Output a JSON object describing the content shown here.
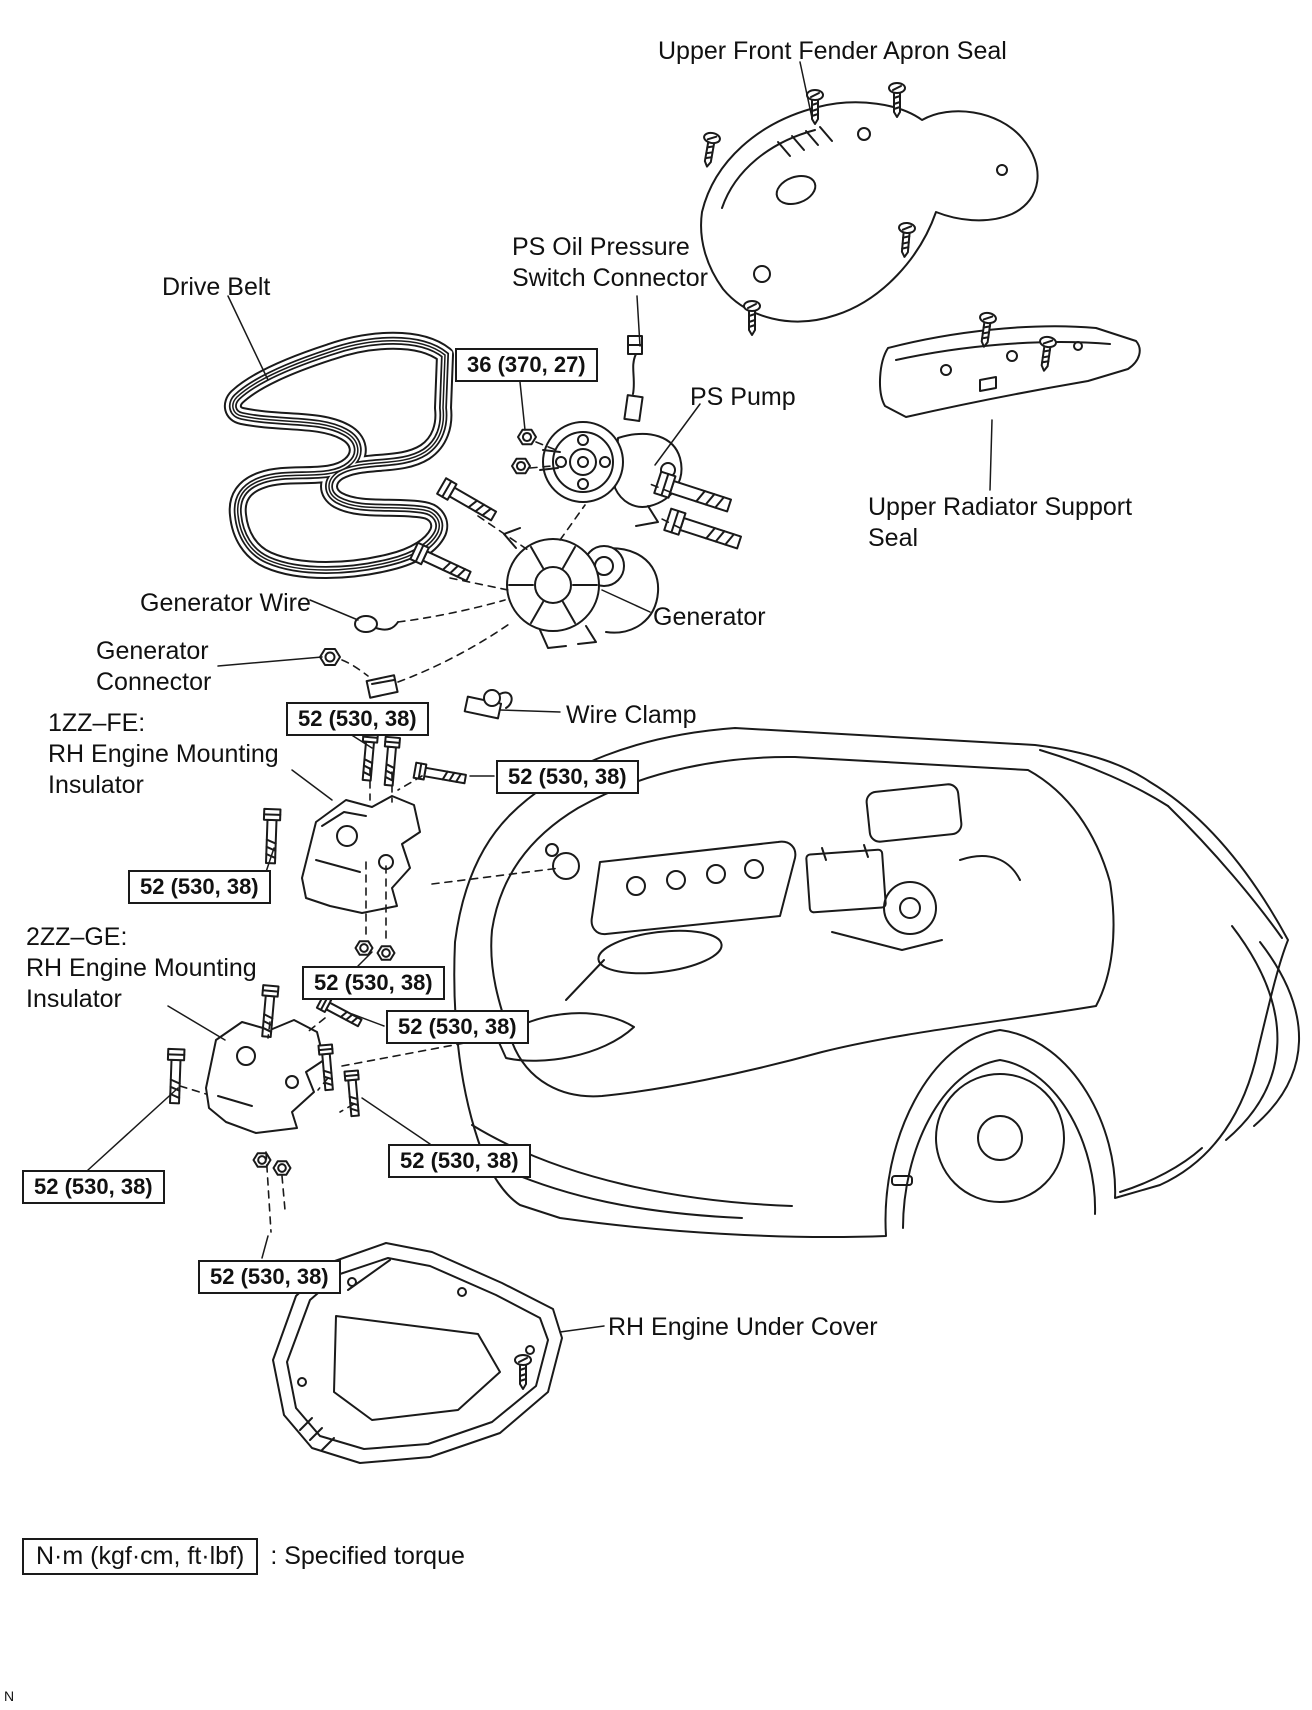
{
  "labels": {
    "upper_front_fender_apron_seal": "Upper Front Fender Apron Seal",
    "ps_oil_pressure_switch_connector": "PS Oil Pressure\nSwitch Connector",
    "drive_belt": "Drive Belt",
    "ps_pump": "PS Pump",
    "upper_radiator_support_seal": "Upper Radiator Support\nSeal",
    "generator_wire": "Generator Wire",
    "generator": "Generator",
    "generator_connector": "Generator\nConnector",
    "wire_clamp": "Wire Clamp",
    "engine_1zz": "1ZZ–FE:\nRH Engine Mounting\nInsulator",
    "engine_2zz": "2ZZ–GE:\nRH Engine Mounting\nInsulator",
    "rh_engine_under_cover": "RH Engine Under Cover",
    "corner_mark": "N"
  },
  "torques": {
    "ps_pump_bolt": "36 (370, 27)",
    "mounting_bolt": "52 (530, 38)"
  },
  "legend": {
    "unit_box": "N·m (kgf·cm, ft·lbf)",
    "description": ": Specified torque"
  },
  "colors": {
    "line": "#1a1a1a",
    "background": "#ffffff"
  }
}
